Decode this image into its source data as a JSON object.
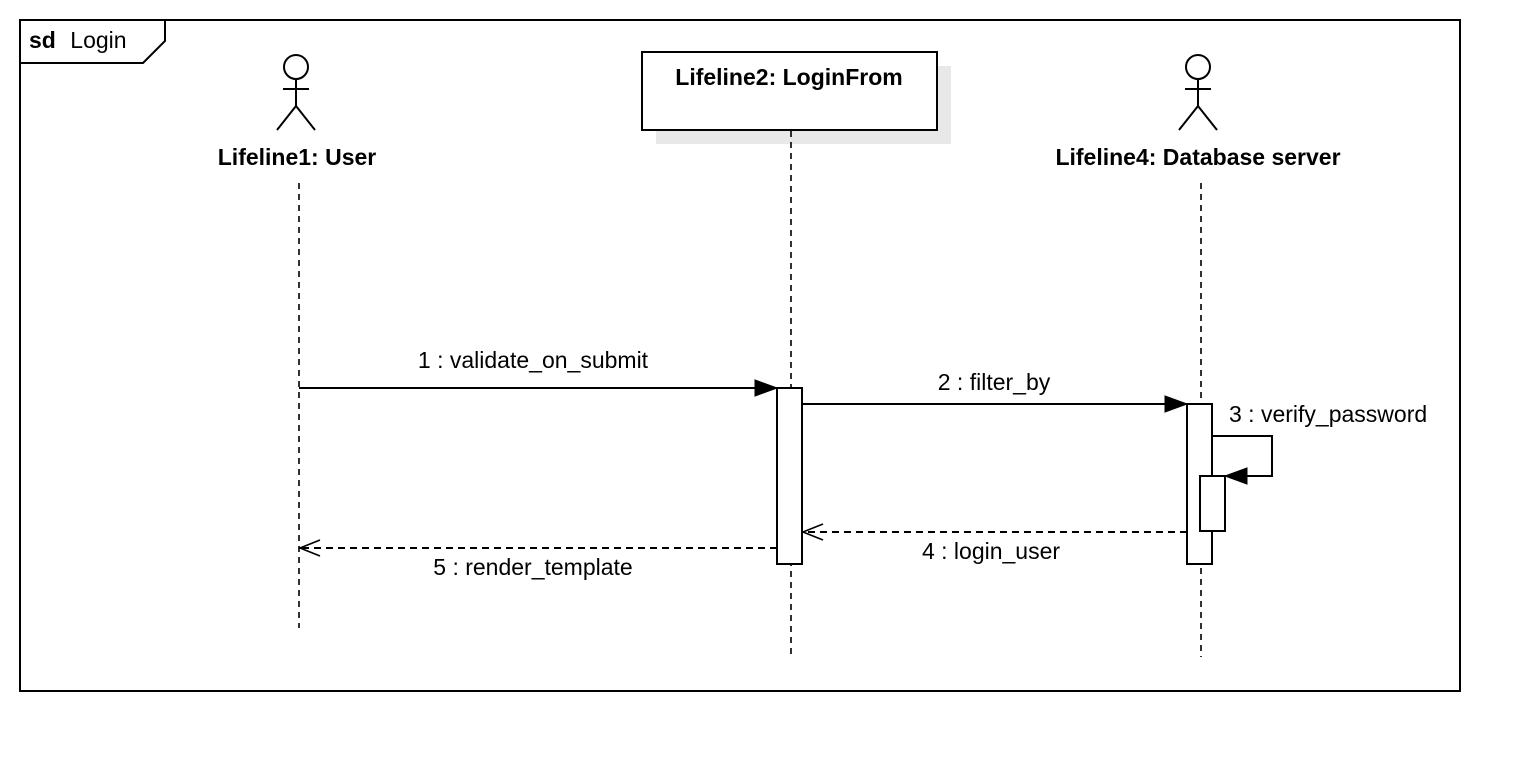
{
  "frame": {
    "keyword": "sd",
    "name": "Login"
  },
  "lifelines": [
    {
      "id": "user",
      "label": "Lifeline1: User",
      "kind": "actor"
    },
    {
      "id": "loginfrom",
      "label": "Lifeline2: LoginFrom",
      "kind": "object"
    },
    {
      "id": "dbserver",
      "label": "Lifeline4: Database server",
      "kind": "actor"
    }
  ],
  "messages": [
    {
      "number": 1,
      "label": "1 : validate_on_submit",
      "from": "user",
      "to": "loginfrom",
      "style": "synchronous"
    },
    {
      "number": 2,
      "label": "2 : filter_by",
      "from": "loginfrom",
      "to": "dbserver",
      "style": "synchronous"
    },
    {
      "number": 3,
      "label": "3 : verify_password",
      "from": "dbserver",
      "to": "dbserver",
      "style": "self"
    },
    {
      "number": 4,
      "label": "4 : login_user",
      "from": "dbserver",
      "to": "loginfrom",
      "style": "reply"
    },
    {
      "number": 5,
      "label": "5 : render_template",
      "from": "loginfrom",
      "to": "user",
      "style": "reply"
    }
  ]
}
